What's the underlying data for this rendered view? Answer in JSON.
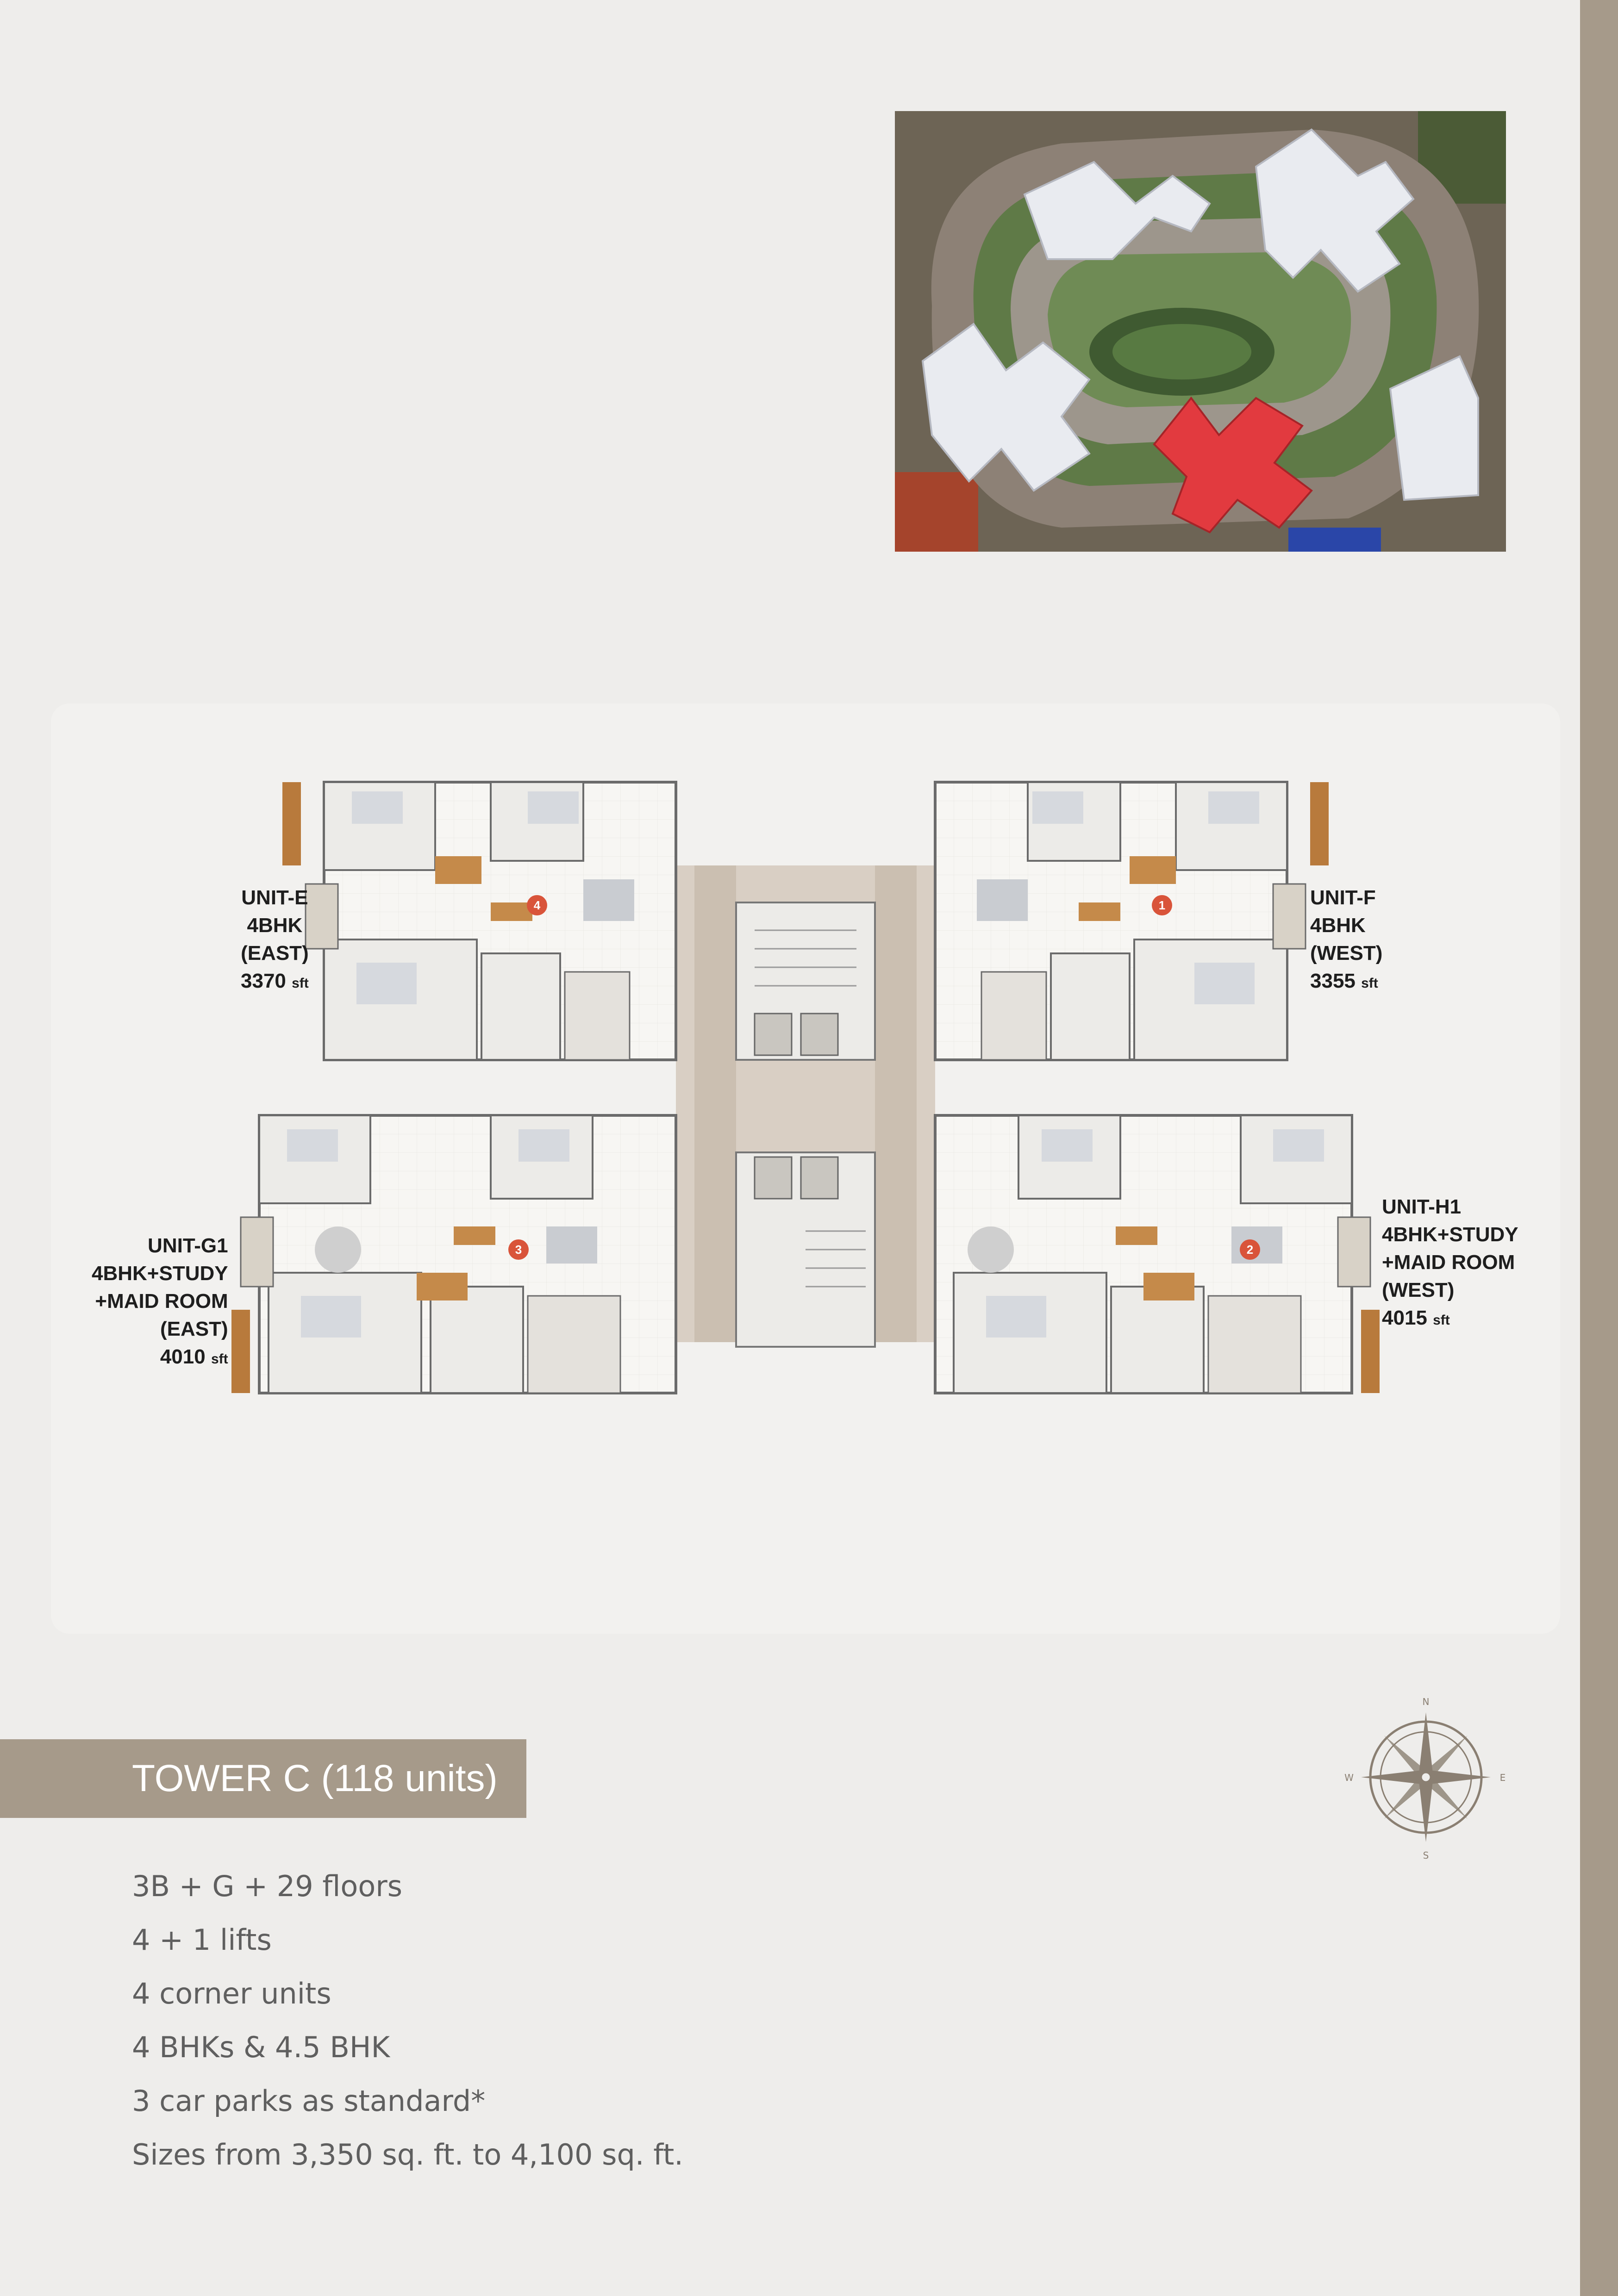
{
  "colors": {
    "accent": "#a69a8a",
    "highlight_tower": "#e23a3f",
    "background": "#eeedeb"
  },
  "floor_plan": {
    "units": [
      {
        "id": "unit-e",
        "lines": [
          "UNIT-E",
          "4BHK",
          "(EAST)"
        ],
        "size": "3370",
        "unit": "sft"
      },
      {
        "id": "unit-f",
        "lines": [
          "UNIT-F",
          "4BHK",
          "(WEST)"
        ],
        "size": "3355",
        "unit": "sft"
      },
      {
        "id": "unit-g1",
        "lines": [
          "UNIT-G1",
          "4BHK+STUDY",
          "+MAID ROOM",
          "(EAST)"
        ],
        "size": "4010",
        "unit": "sft"
      },
      {
        "id": "unit-h1",
        "lines": [
          "UNIT-H1",
          "4BHK+STUDY",
          "+MAID ROOM",
          "(WEST)"
        ],
        "size": "4015",
        "unit": "sft"
      }
    ],
    "markers": [
      "4",
      "1",
      "3",
      "2"
    ]
  },
  "compass": {
    "n": "N",
    "e": "E",
    "s": "S",
    "w": "W"
  },
  "tower": {
    "title": "TOWER C (118 units)",
    "features": [
      "3B + G + 29 floors",
      "4 + 1 lifts",
      "4 corner units",
      "4 BHKs & 4.5 BHK",
      "3 car parks as standard*",
      "Sizes from 3,350 sq. ft. to 4,100 sq. ft."
    ]
  }
}
